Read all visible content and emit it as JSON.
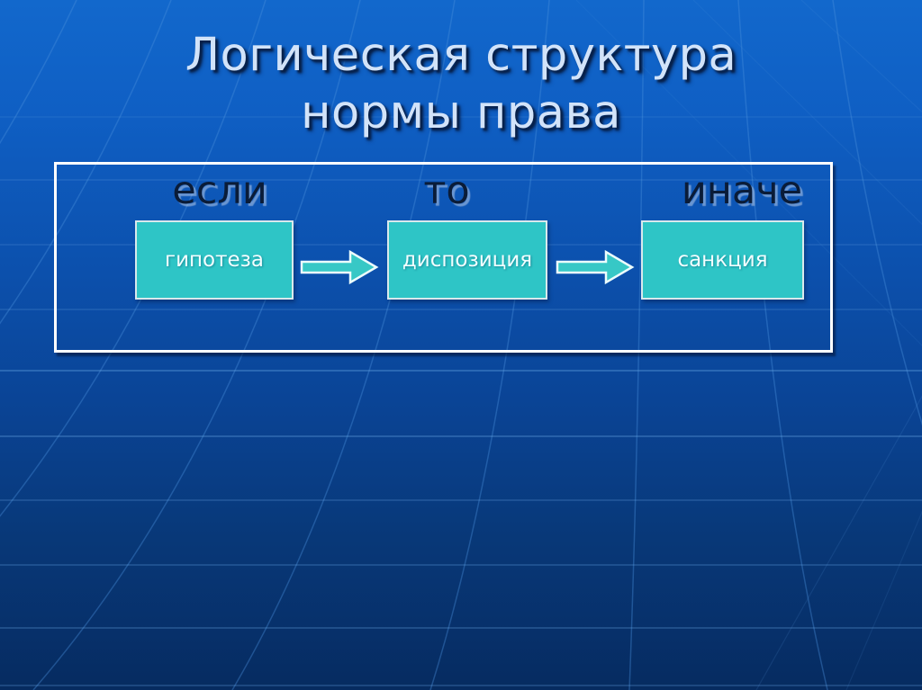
{
  "slide": {
    "title": {
      "line1": "Логическая структура",
      "line2": "нормы права"
    },
    "diagram": {
      "items": [
        {
          "condition": "если",
          "element": "гипотеза"
        },
        {
          "condition": "то",
          "element": "диспозиция"
        },
        {
          "condition": "иначе",
          "element": "санкция"
        }
      ],
      "arrow_icon": "right-block-arrow"
    },
    "colors": {
      "background_top": "#1268cc",
      "background_bottom": "#062b60",
      "grid_line": "#4a90dc",
      "title_text": "#d2e3f9",
      "title_shadow": "#071f47",
      "condition_text": "#0a1c38",
      "frame_border": "#ffffff",
      "box_fill": "#2ec5c6",
      "box_border": "#d9e9ec",
      "box_text": "#f2feff",
      "arrow_fill": "#37c8c6",
      "arrow_outline": "#ecfdfd"
    }
  }
}
